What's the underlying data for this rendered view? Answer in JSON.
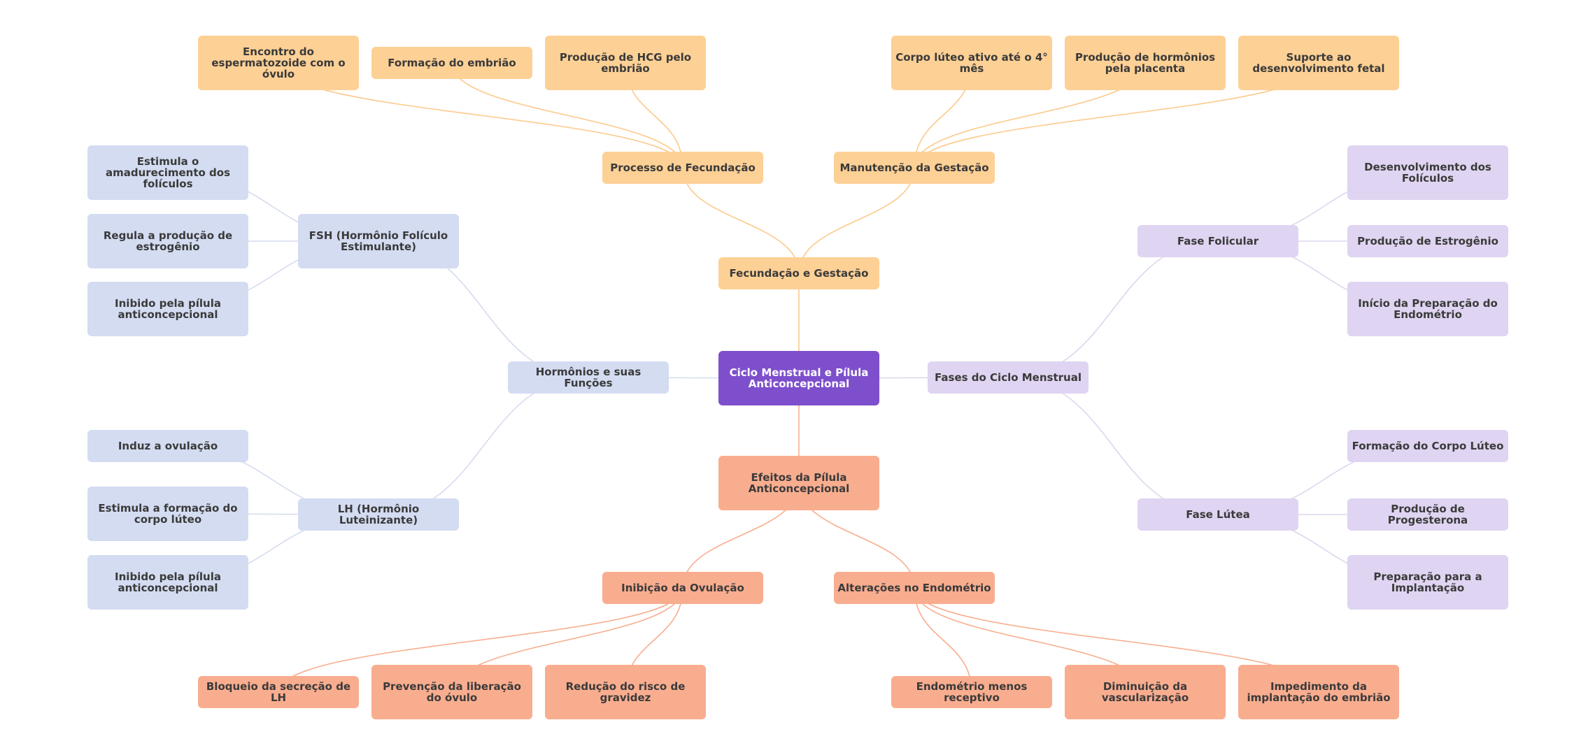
{
  "colors": {
    "root": "#7e4fcc",
    "orange": "#fdd095",
    "orange_link": "#fcc98a",
    "salmon": "#f9ad8f",
    "salmon_link": "#f8ad8e",
    "blue": "#d3dcf1",
    "blue_link": "#d5dcee",
    "purple": "#dfd4f1",
    "purple_link": "#ddd6ee"
  },
  "mindmap": {
    "root": "Ciclo Menstrual e Pílula Anticoncepcional",
    "fecundacao": {
      "label": "Fecundação e Gestação",
      "processo": {
        "label": "Processo de Fecundação",
        "encontro": "Encontro do espermatozoide com o óvulo",
        "formacao_embriao": "Formação do embrião",
        "hcg": "Produção de HCG pelo embrião"
      },
      "manutencao": {
        "label": "Manutenção da Gestação",
        "corpo_luteo": "Corpo lúteo ativo até o 4° mês",
        "hormonios_placenta": "Produção de hormônios pela placenta",
        "suporte": "Suporte ao desenvolvimento fetal"
      }
    },
    "hormonios": {
      "label": "Hormônios e suas Funções",
      "fsh": {
        "label": "FSH (Hormônio Folículo Estimulante)",
        "estimula": "Estimula o amadurecimento dos folículos",
        "regula": "Regula a produção de estrogênio",
        "inibido": "Inibido pela pílula anticoncepcional"
      },
      "lh": {
        "label": "LH (Hormônio Luteinizante)",
        "induz": "Induz a ovulação",
        "estimula": "Estimula a formação do corpo lúteo",
        "inibido": "Inibido pela pílula anticoncepcional"
      }
    },
    "fases": {
      "label": "Fases do Ciclo Menstrual",
      "folicular": {
        "label": "Fase Folicular",
        "desenvolvimento": "Desenvolvimento dos Folículos",
        "estrogenio": "Produção de Estrogênio",
        "endometrio": "Início da Preparação do Endométrio"
      },
      "lutea": {
        "label": "Fase Lútea",
        "corpo_luteo": "Formação do Corpo Lúteo",
        "progesterona": "Produção de Progesterona",
        "implantacao": "Preparação para a Implantação"
      }
    },
    "efeitos": {
      "label": "Efeitos da Pílula Anticoncepcional",
      "inibicao": {
        "label": "Inibição da Ovulação",
        "bloqueio": "Bloqueio da secreção de LH",
        "prevencao": "Prevenção da liberação do óvulo",
        "reducao": "Redução do risco de gravidez"
      },
      "alteracoes": {
        "label": "Alterações no Endométrio",
        "menos_receptivo": "Endométrio menos receptivo",
        "vascularizacao": "Diminuição da vascularização",
        "impedimento": "Impedimento da implantação do embrião"
      }
    }
  }
}
